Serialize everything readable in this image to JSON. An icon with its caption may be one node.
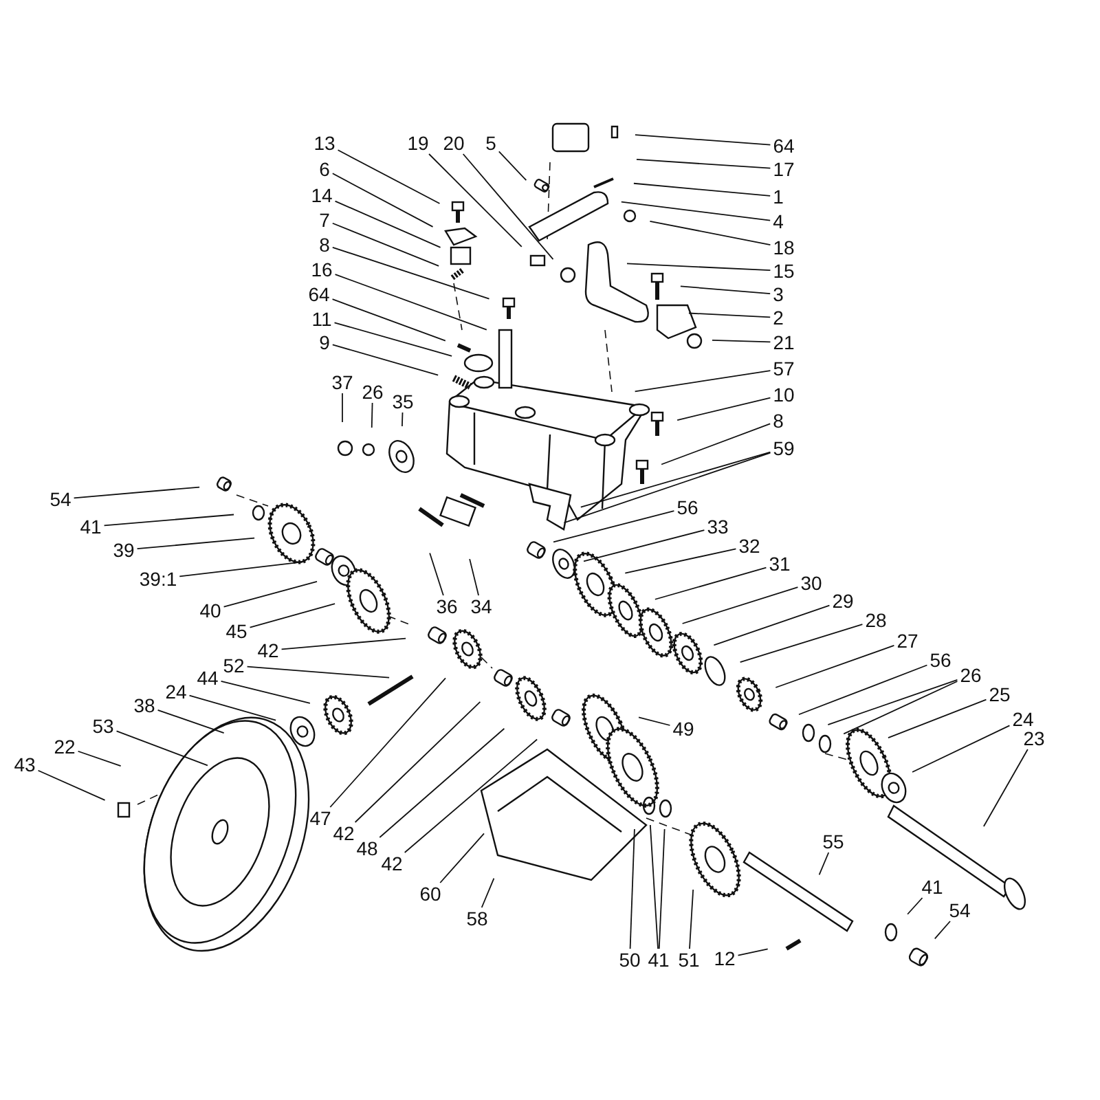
{
  "diagram": {
    "nodes": [
      {
        "text": [
          "13"
        ]
      },
      {
        "text": [
          "6"
        ]
      },
      {
        "text": [
          "14"
        ]
      },
      {
        "text": [
          "7"
        ]
      },
      {
        "text": [
          "8"
        ]
      },
      {
        "text": [
          "16"
        ]
      },
      {
        "text": [
          "64"
        ]
      },
      {
        "text": [
          "11"
        ]
      },
      {
        "text": [
          "9"
        ]
      },
      {
        "text": [
          "19"
        ]
      },
      {
        "text": [
          "20"
        ]
      },
      {
        "text": [
          "5"
        ]
      },
      {
        "text": [
          "64"
        ]
      },
      {
        "text": [
          "17"
        ]
      },
      {
        "text": [
          "1"
        ]
      },
      {
        "text": [
          "4"
        ]
      },
      {
        "text": [
          "18"
        ]
      },
      {
        "text": [
          "15"
        ]
      },
      {
        "text": [
          "3"
        ]
      },
      {
        "text": [
          "2"
        ]
      },
      {
        "text": [
          "21"
        ]
      },
      {
        "text": [
          "57"
        ]
      },
      {
        "text": [
          "10"
        ]
      },
      {
        "text": [
          "8"
        ]
      },
      {
        "text": [
          "59"
        ]
      },
      {
        "text": [
          "37"
        ]
      },
      {
        "text": [
          "26"
        ]
      },
      {
        "text": [
          "35"
        ]
      },
      {
        "text": [
          "54"
        ]
      },
      {
        "text": [
          "41"
        ]
      },
      {
        "text": [
          "39"
        ]
      },
      {
        "text": [
          "39:1"
        ]
      },
      {
        "text": [
          "40"
        ]
      },
      {
        "text": [
          "45"
        ]
      },
      {
        "text": [
          "36"
        ]
      },
      {
        "text": [
          "34"
        ]
      },
      {
        "text": [
          "42"
        ]
      },
      {
        "text": [
          "52"
        ]
      },
      {
        "text": [
          "44"
        ]
      },
      {
        "text": [
          "24"
        ]
      },
      {
        "text": [
          "38"
        ]
      },
      {
        "text": [
          "53"
        ]
      },
      {
        "text": [
          "22"
        ]
      },
      {
        "text": [
          "43"
        ]
      },
      {
        "text": [
          "47"
        ]
      },
      {
        "text": [
          "42"
        ]
      },
      {
        "text": [
          "48"
        ]
      },
      {
        "text": [
          "42"
        ]
      },
      {
        "text": [
          "60"
        ]
      },
      {
        "text": [
          "58"
        ]
      },
      {
        "text": [
          "56"
        ]
      },
      {
        "text": [
          "33"
        ]
      },
      {
        "text": [
          "32"
        ]
      },
      {
        "text": [
          "31"
        ]
      },
      {
        "text": [
          "30"
        ]
      },
      {
        "text": [
          "29"
        ]
      },
      {
        "text": [
          "28"
        ]
      },
      {
        "text": [
          "27"
        ]
      },
      {
        "text": [
          "56"
        ]
      },
      {
        "text": [
          "26"
        ]
      },
      {
        "text": [
          "25"
        ]
      },
      {
        "text": [
          "24"
        ]
      },
      {
        "text": [
          "23"
        ]
      },
      {
        "text": [
          "49"
        ]
      },
      {
        "text": [
          "55"
        ]
      },
      {
        "text": [
          "12"
        ]
      },
      {
        "text": [
          "50"
        ]
      },
      {
        "text": [
          "41"
        ]
      },
      {
        "text": [
          "51"
        ]
      },
      {
        "text": [
          "41"
        ]
      },
      {
        "text": [
          "54"
        ]
      }
    ],
    "edges": [
      {
        "from": 0,
        "to": null,
        "arrow": "none"
      },
      {
        "from": 1,
        "to": null,
        "arrow": "none"
      },
      {
        "from": 2,
        "to": null,
        "arrow": "none"
      },
      {
        "from": 3,
        "to": null,
        "arrow": "none"
      },
      {
        "from": 4,
        "to": null,
        "arrow": "none"
      },
      {
        "from": 5,
        "to": null,
        "arrow": "none"
      },
      {
        "from": 6,
        "to": null,
        "arrow": "none"
      },
      {
        "from": 7,
        "to": null,
        "arrow": "none"
      },
      {
        "from": 8,
        "to": null,
        "arrow": "none"
      },
      {
        "from": 9,
        "to": null,
        "arrow": "none"
      },
      {
        "from": 10,
        "to": null,
        "arrow": "none"
      },
      {
        "from": 11,
        "to": null,
        "arrow": "none"
      },
      {
        "from": 12,
        "to": null,
        "arrow": "none"
      },
      {
        "from": 13,
        "to": null,
        "arrow": "none"
      },
      {
        "from": 14,
        "to": null,
        "arrow": "none"
      },
      {
        "from": 15,
        "to": null,
        "arrow": "none"
      },
      {
        "from": 16,
        "to": null,
        "arrow": "none"
      },
      {
        "from": 17,
        "to": null,
        "arrow": "none"
      },
      {
        "from": 18,
        "to": null,
        "arrow": "none"
      },
      {
        "from": 19,
        "to": null,
        "arrow": "none"
      },
      {
        "from": 20,
        "to": null,
        "arrow": "none"
      },
      {
        "from": 21,
        "to": null,
        "arrow": "none"
      },
      {
        "from": 22,
        "to": null,
        "arrow": "none"
      },
      {
        "from": 23,
        "to": null,
        "arrow": "none"
      },
      {
        "from": 24,
        "to": null,
        "arrow": "none"
      },
      {
        "from": 24,
        "to": null,
        "arrow": "none"
      },
      {
        "from": 25,
        "to": null,
        "arrow": "none"
      },
      {
        "from": 26,
        "to": null,
        "arrow": "none"
      },
      {
        "from": 27,
        "to": null,
        "arrow": "none"
      },
      {
        "from": 28,
        "to": null,
        "arrow": "none"
      },
      {
        "from": 29,
        "to": null,
        "arrow": "none"
      },
      {
        "from": 30,
        "to": null,
        "arrow": "none"
      },
      {
        "from": 31,
        "to": null,
        "arrow": "none"
      },
      {
        "from": 32,
        "to": null,
        "arrow": "none"
      },
      {
        "from": 33,
        "to": null,
        "arrow": "none"
      },
      {
        "from": 34,
        "to": null,
        "arrow": "none"
      },
      {
        "from": 35,
        "to": null,
        "arrow": "none"
      },
      {
        "from": 36,
        "to": null,
        "arrow": "none"
      },
      {
        "from": 37,
        "to": null,
        "arrow": "none"
      },
      {
        "from": 38,
        "to": null,
        "arrow": "none"
      },
      {
        "from": 39,
        "to": null,
        "arrow": "none"
      },
      {
        "from": 40,
        "to": null,
        "arrow": "none"
      },
      {
        "from": 41,
        "to": null,
        "arrow": "none"
      },
      {
        "from": 42,
        "to": null,
        "arrow": "none"
      },
      {
        "from": 43,
        "to": null,
        "arrow": "none"
      },
      {
        "from": 44,
        "to": null,
        "arrow": "none"
      },
      {
        "from": 45,
        "to": null,
        "arrow": "none"
      },
      {
        "from": 46,
        "to": null,
        "arrow": "none"
      },
      {
        "from": 47,
        "to": null,
        "arrow": "none"
      },
      {
        "from": 48,
        "to": null,
        "arrow": "none"
      },
      {
        "from": 49,
        "to": null,
        "arrow": "none"
      },
      {
        "from": 50,
        "to": null,
        "arrow": "none"
      },
      {
        "from": 51,
        "to": null,
        "arrow": "none"
      },
      {
        "from": 52,
        "to": null,
        "arrow": "none"
      },
      {
        "from": 53,
        "to": null,
        "arrow": "none"
      },
      {
        "from": 54,
        "to": null,
        "arrow": "none"
      },
      {
        "from": 55,
        "to": null,
        "arrow": "none"
      },
      {
        "from": 56,
        "to": null,
        "arrow": "none"
      },
      {
        "from": 57,
        "to": null,
        "arrow": "none"
      },
      {
        "from": 58,
        "to": null,
        "arrow": "none"
      },
      {
        "from": 59,
        "to": null,
        "arrow": "none"
      },
      {
        "from": 59,
        "to": null,
        "arrow": "none"
      },
      {
        "from": 60,
        "to": null,
        "arrow": "none"
      },
      {
        "from": 61,
        "to": null,
        "arrow": "none"
      },
      {
        "from": 62,
        "to": null,
        "arrow": "none"
      },
      {
        "from": 63,
        "to": null,
        "arrow": "none"
      },
      {
        "from": 64,
        "to": null,
        "arrow": "none"
      },
      {
        "from": 65,
        "to": null,
        "arrow": "none"
      },
      {
        "from": 66,
        "to": null,
        "arrow": "none"
      },
      {
        "from": 67,
        "to": null,
        "arrow": "none"
      },
      {
        "from": 67,
        "to": null,
        "arrow": "none"
      },
      {
        "from": 68,
        "to": null,
        "arrow": "none"
      },
      {
        "from": 69,
        "to": null,
        "arrow": "none"
      },
      {
        "from": 70,
        "to": null,
        "arrow": "none"
      }
    ]
  }
}
